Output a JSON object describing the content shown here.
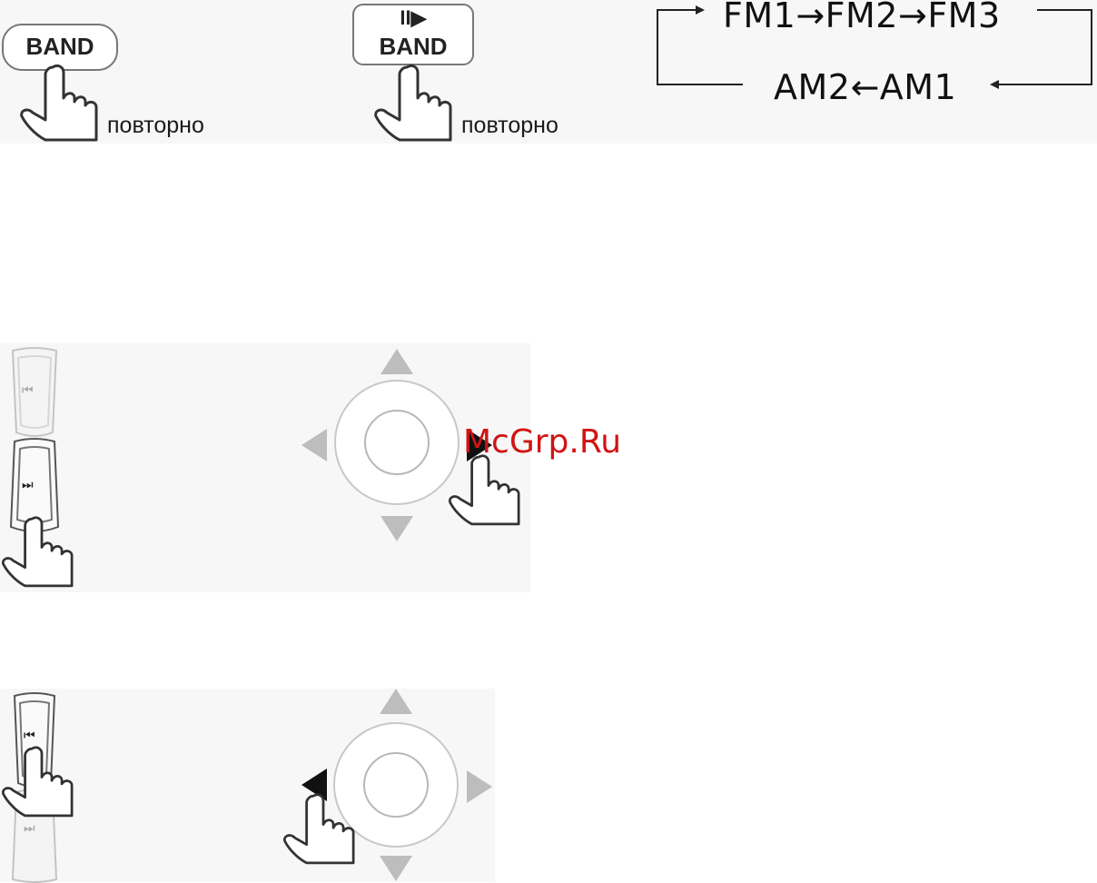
{
  "top_row": {
    "band_key_label": "BAND",
    "play_pause_glyph": "II▶",
    "band_key2_label": "BAND",
    "repeat_caption": "повторно",
    "repeat_caption_2": "повторно"
  },
  "band_cycle": {
    "fm_sequence": "FM1→FM2→FM3",
    "am_sequence": "AM2←AM1"
  },
  "skip_keys": {
    "prev_glyph": "⏮",
    "next_glyph": "⏭"
  },
  "watermark": "McGrp.Ru",
  "icons": [
    "pointing-hand-icon",
    "arrow-up-icon",
    "arrow-down-icon",
    "arrow-left-icon",
    "arrow-right-icon"
  ]
}
